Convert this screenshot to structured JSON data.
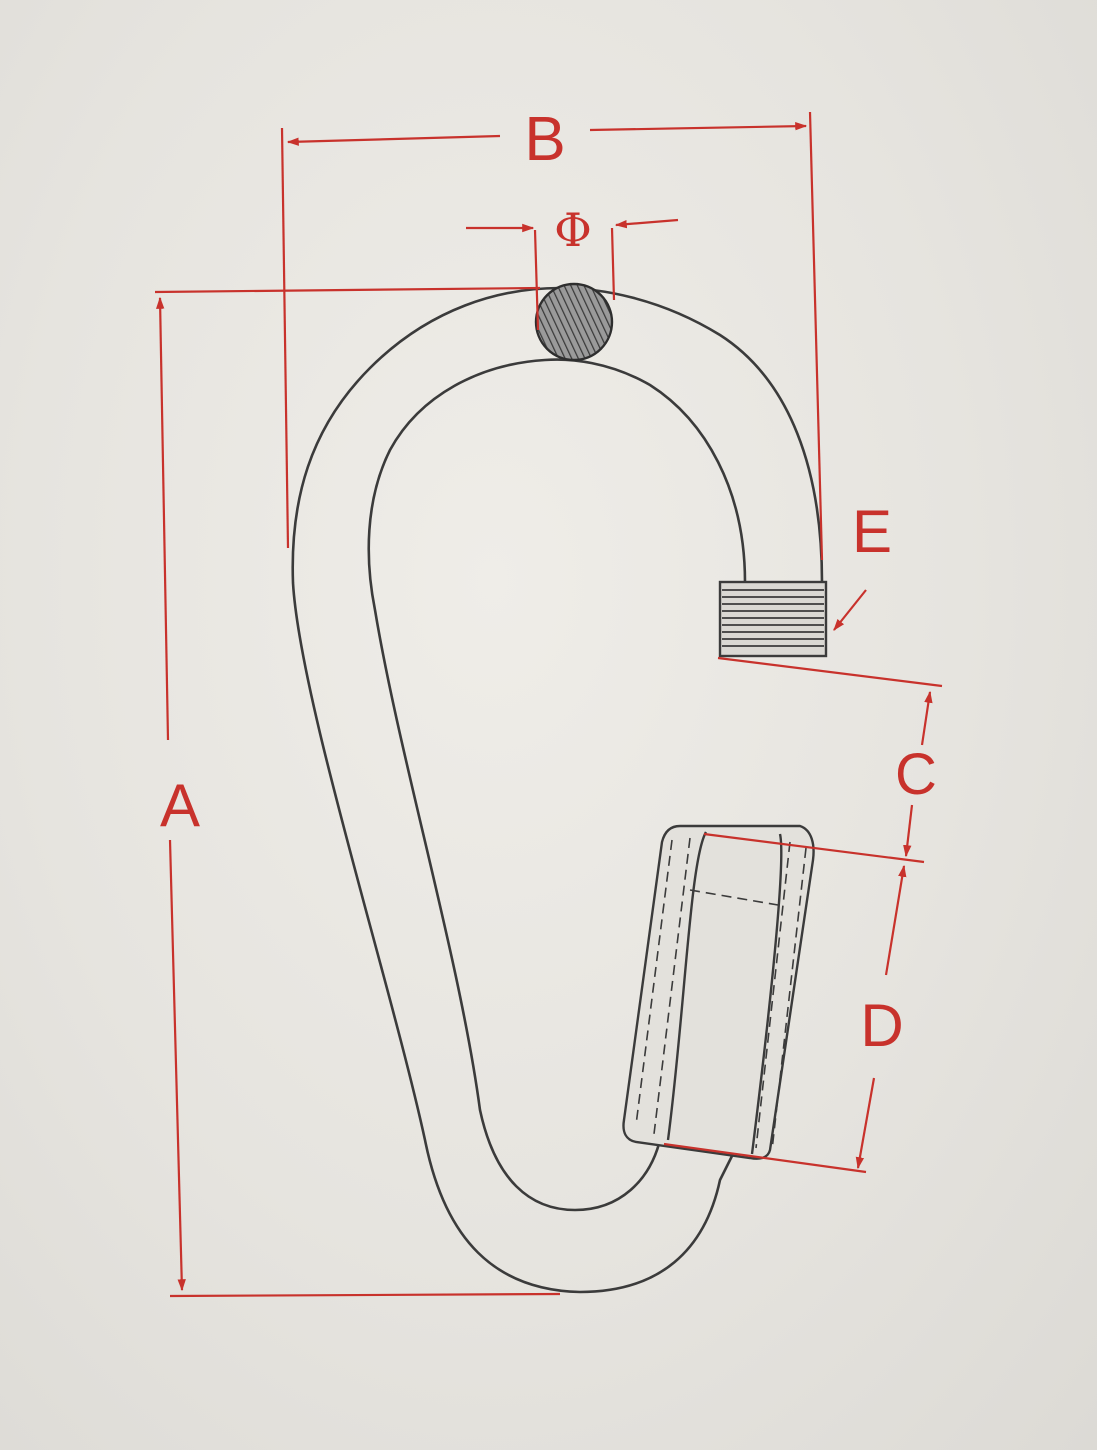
{
  "colors": {
    "dimension": "#c8322c",
    "outline": "#3b3b3b",
    "background": "#e7e5e0"
  },
  "labels": {
    "A": "A",
    "B": "B",
    "C": "C",
    "D": "D",
    "E": "E",
    "phi": "Φ"
  }
}
